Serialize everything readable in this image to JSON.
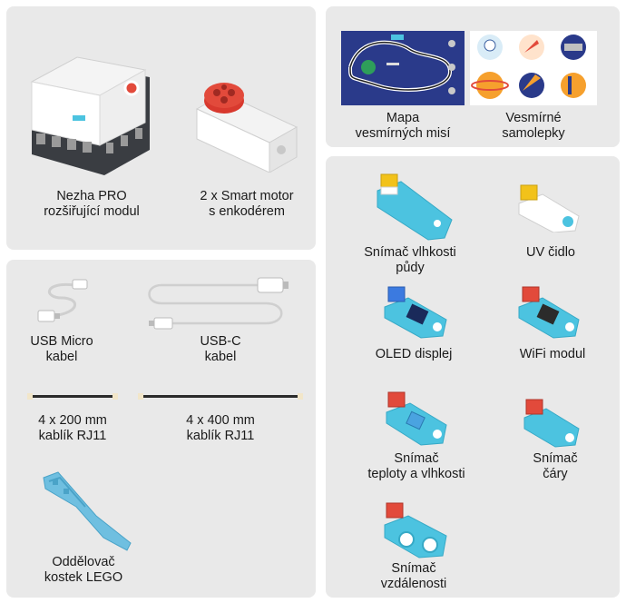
{
  "panels": {
    "top_left": {
      "items": [
        {
          "line1": "Nezha PRO",
          "line2": "rozšiřující modul",
          "icon": "expansion-module-icon"
        },
        {
          "line1": "2 x Smart motor",
          "line2": "s enkodérem",
          "icon": "smart-motor-icon"
        }
      ]
    },
    "top_right": {
      "items": [
        {
          "line1": "Mapa",
          "line2": "vesmírných misí",
          "icon": "space-map-icon"
        },
        {
          "line1": "Vesmírné",
          "line2": "samolepky",
          "icon": "space-stickers-icon"
        }
      ]
    },
    "bottom_left": {
      "items": [
        {
          "line1": "USB Micro",
          "line2": "kabel",
          "icon": "usb-micro-cable-icon"
        },
        {
          "line1": "USB-C",
          "line2": "kabel",
          "icon": "usb-c-cable-icon"
        },
        {
          "line1": "4 x 200 mm",
          "line2": "kablík RJ11",
          "icon": "rj11-cable-short-icon"
        },
        {
          "line1": "4 x 400 mm",
          "line2": "kablík RJ11",
          "icon": "rj11-cable-long-icon"
        },
        {
          "line1": "Oddělovač",
          "line2": "kostek LEGO",
          "icon": "lego-separator-icon"
        }
      ]
    },
    "right": {
      "items": [
        {
          "line1": "Snímač vlhkosti",
          "line2": "půdy",
          "icon": "soil-moisture-sensor-icon"
        },
        {
          "line1": "UV čidlo",
          "line2": "",
          "icon": "uv-sensor-icon"
        },
        {
          "line1": "OLED displej",
          "line2": "",
          "icon": "oled-display-icon"
        },
        {
          "line1": "WiFi modul",
          "line2": "",
          "icon": "wifi-module-icon"
        },
        {
          "line1": "Snímač",
          "line2": "teploty a vlhkosti",
          "icon": "temp-humidity-sensor-icon"
        },
        {
          "line1": "Snímač",
          "line2": "čáry",
          "icon": "line-sensor-icon"
        },
        {
          "line1": "Snímač",
          "line2": "vzdálenosti",
          "icon": "distance-sensor-icon"
        }
      ]
    }
  },
  "colors": {
    "panel_bg": "#e9e9e9",
    "accent_blue": "#4cc3e0",
    "module_red": "#e24a3b",
    "module_yellow": "#f2c21a"
  }
}
